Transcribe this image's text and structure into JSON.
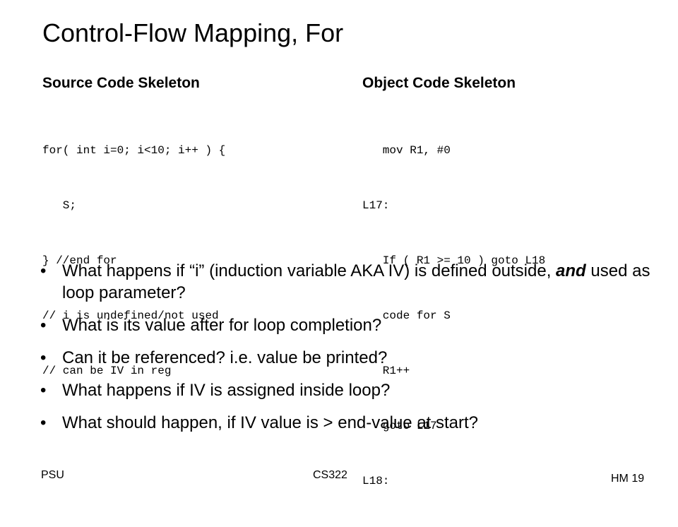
{
  "slide": {
    "title": "Control-Flow Mapping, For",
    "source_heading": "Source Code Skeleton",
    "object_heading": "Object Code Skeleton",
    "source_code": [
      "for( int i=0; i<10; i++ ) {",
      "   S;",
      "} //end for",
      "// i is undefined/not used",
      "// can be IV in reg"
    ],
    "object_code": [
      "   mov R1, #0",
      "L17:",
      "   If ( R1 >= 10 ) goto L18",
      "   code for S",
      "   R1++",
      "   goto L17",
      "L18:"
    ],
    "bullet_char": "•",
    "bullets": {
      "b1_part1": "What happens if “i” (induction variable AKA IV) is defined outside, ",
      "b1_emph": "and",
      "b1_part2": " used as loop parameter?",
      "b2": "What is its value after for loop completion?",
      "b3": "Can it be referenced? i.e. value be printed?",
      "b4": "What happens if IV is assigned inside loop?",
      "b5": "What should happen, if IV value is > end-value at start?"
    },
    "footer": {
      "left": "PSU",
      "center": "CS322",
      "right": "HM 19"
    }
  }
}
